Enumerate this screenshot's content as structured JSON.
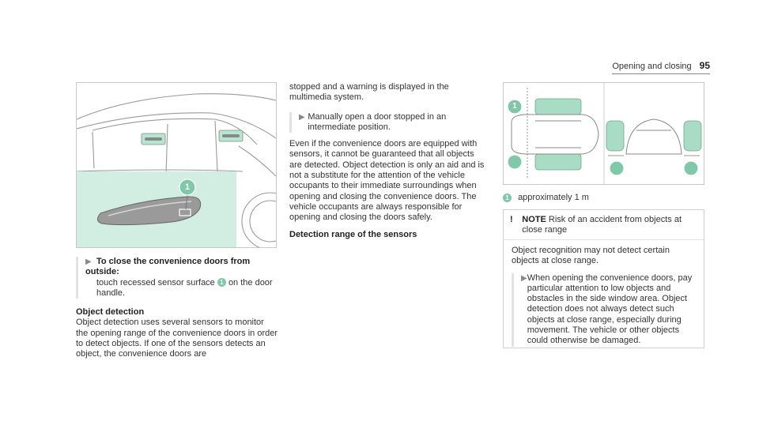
{
  "header": {
    "section": "Opening and closing",
    "page": "95"
  },
  "figure1": {
    "callout": "1"
  },
  "col1": {
    "step_heading": "To close the convenience doors from outside:",
    "step_text_1": "touch recessed sensor surface",
    "step_callout": "1",
    "step_text_2": "on the door handle.",
    "section_heading": "Object detection",
    "section_body": "Object detection uses several sensors to monitor the opening range of the convenience doors in order to detect objects. If one of the sensors detects an object, the convenience doors are"
  },
  "col2": {
    "intro": "stopped and a warning is displayed in the multimedia system.",
    "step": "Manually open a door stopped in an intermediate position.",
    "body": "Even if the convenience doors are equipped with sensors, it cannot be guaranteed that all objects are detected. Object detection is only an aid and is not a substitute for the attention of the vehicle occupants to their immediate surroundings when opening and closing the convenience doors. The vehicle occupants are always responsible for opening and closing the doors safely.",
    "heading": "Detection range of the sensors"
  },
  "figure2": {
    "callout": "1"
  },
  "col3": {
    "legend_callout": "1",
    "legend_text": "approximately 1 m",
    "note_symbol": "!",
    "note_label": "NOTE",
    "note_title": "Risk of an accident from objects at close range",
    "note_body": "Object recognition may not detect certain objects at close range.",
    "note_step": "When opening the convenience doors, pay particular attention to low objects and obstacles in the side window area. Object detection does not always detect such objects at close range, especially during movement. The vehicle or other objects could otherwise be damaged."
  },
  "colors": {
    "accent": "#7fc8a9",
    "zone": "#a8dcc4",
    "highlight_bg": "#d2eee2"
  }
}
